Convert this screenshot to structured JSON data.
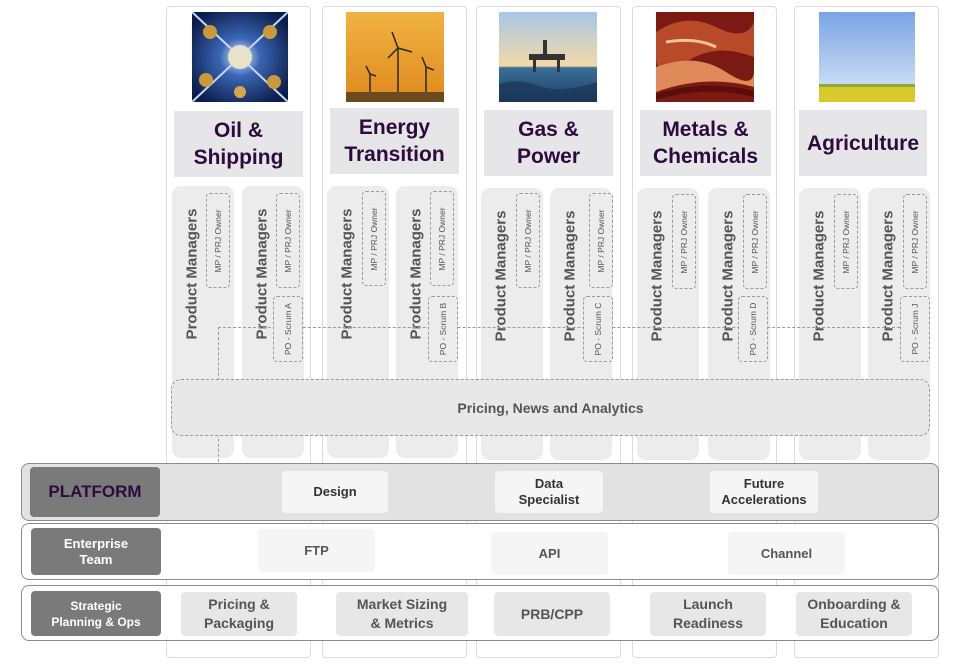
{
  "sectors": [
    {
      "name": "Oil &\nShipping",
      "photo": "oil-rig-top-view-photo",
      "pm_label": "Product Managers",
      "mp_tags": [
        "MP / PRJ Owner",
        "MP / PRJ Owner"
      ],
      "po_tag": "PO - Scrum A"
    },
    {
      "name": "Energy\nTransition",
      "photo": "wind-turbines-sunset-photo",
      "pm_label": "Product Managers",
      "mp_tags": [
        "MP / PRJ Owner",
        "MP / PRJ Owner"
      ],
      "po_tag": "PO - Scrum B"
    },
    {
      "name": "Gas &\nPower",
      "photo": "offshore-platform-photo",
      "pm_label": "Product Managers",
      "mp_tags": [
        "MP / PRJ Owner",
        "MP / PRJ Owner"
      ],
      "po_tag": "PO - Scrum C"
    },
    {
      "name": "Metals &\nChemicals",
      "photo": "red-rock-canyon-photo",
      "pm_label": "Product Managers",
      "mp_tags": [
        "MP / PRJ Owner",
        "MP / PRJ Owner"
      ],
      "po_tag": "PO - Scrum D"
    },
    {
      "name": "Agriculture",
      "photo": "crop-field-sky-photo",
      "pm_label": "Product Managers",
      "mp_tags": [
        "MP / PRJ Owner",
        "MP / PRJ Owner"
      ],
      "po_tag": "PO - Scrum J"
    }
  ],
  "pricing_bar": "Pricing, News and Analytics",
  "platform": {
    "label": "PLATFORM",
    "items": [
      "Design",
      "Data\nSpecialist",
      "Future\nAccelerations"
    ]
  },
  "enterprise": {
    "label": "Enterprise\nTeam",
    "items": [
      "FTP",
      "API",
      "Channel"
    ]
  },
  "strategic": {
    "label": "Strategic\nPlanning & Ops",
    "items": [
      "Pricing &\nPackaging",
      "Market Sizing\n& Metrics",
      "PRB/CPP",
      "Launch\nReadiness",
      "Onboarding &\nEducation"
    ]
  },
  "colors": {
    "sector_text": "#2e0a3d",
    "band_label_bg": "#7a7a7a",
    "platform_bg": "#e2e2e2",
    "dashed": "#9a9a9a"
  }
}
